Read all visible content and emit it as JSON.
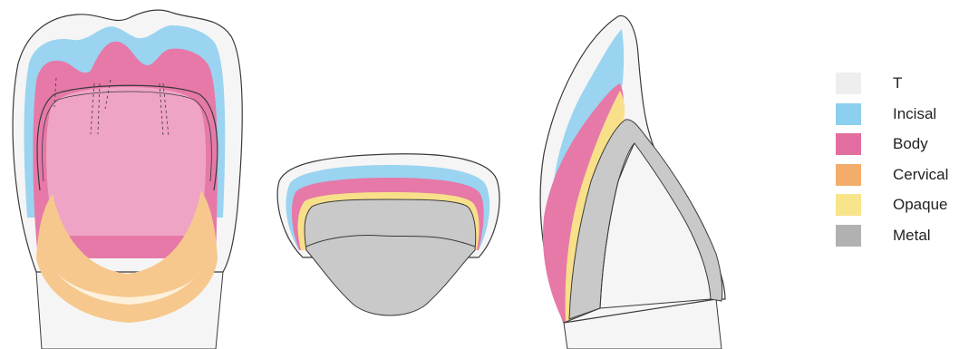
{
  "legend": {
    "items": [
      {
        "label": "T",
        "color": "#eeeeee"
      },
      {
        "label": "Incisal",
        "color": "#8ccfee"
      },
      {
        "label": "Body",
        "color": "#e26ea1"
      },
      {
        "label": "Cervical",
        "color": "#f4ac6b"
      },
      {
        "label": "Opaque",
        "color": "#f8e48a"
      },
      {
        "label": "Metal",
        "color": "#b1b1b1"
      }
    ]
  },
  "palette": {
    "outline": "#3a3a3a",
    "translucent": "#f5f5f5",
    "incisal": "#9ad4f0",
    "body": "#e679a8",
    "body_light": "#f2b3cf",
    "cervical": "#f6c88e",
    "cervical_light": "#fdf1dc",
    "opaque": "#f8e08a",
    "metal": "#c9c9c9",
    "metal_dark": "#a9a9a9"
  }
}
